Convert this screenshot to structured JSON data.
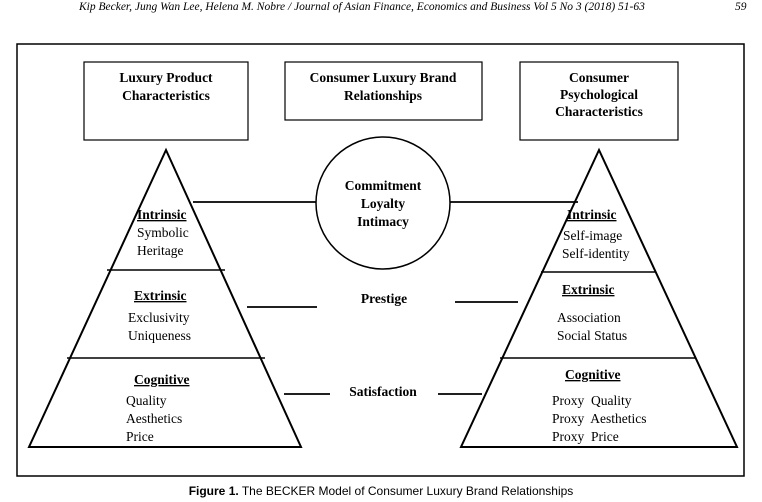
{
  "header": {
    "citation": "Kip Becker, Jung Wan Lee, Helena M. Nobre / Journal of Asian Finance, Economics and Business Vol 5 No 3 (2018) 51-63",
    "page_number": "59"
  },
  "boxes": {
    "product": [
      "Luxury Product",
      "Characteristics"
    ],
    "relationships": [
      "Consumer Luxury Brand",
      "Relationships"
    ],
    "psychological": [
      "Consumer",
      "Psychological",
      "Characteristics"
    ]
  },
  "circle": [
    "Commitment",
    "Loyalty",
    "Intimacy"
  ],
  "center_labels": {
    "prestige": "Prestige",
    "satisfaction": "Satisfaction"
  },
  "left_pyramid": {
    "intrinsic": {
      "title": "Intrinsic",
      "items": [
        "Symbolic",
        "Heritage"
      ]
    },
    "extrinsic": {
      "title": "Extrinsic",
      "items": [
        "Exclusivity",
        "Uniqueness"
      ]
    },
    "cognitive": {
      "title": "Cognitive",
      "items": [
        "Quality",
        "Aesthetics",
        "Price"
      ]
    }
  },
  "right_pyramid": {
    "intrinsic": {
      "title": "Intrinsic",
      "items": [
        "Self-image",
        "Self-identity"
      ]
    },
    "extrinsic": {
      "title": "Extrinsic",
      "items": [
        "Association",
        "Social Status"
      ]
    },
    "cognitive": {
      "title": "Cognitive",
      "items": [
        "Proxy  Quality",
        "Proxy  Aesthetics",
        "Proxy  Price"
      ]
    }
  },
  "caption": {
    "label": "Figure 1.",
    "text": " The BECKER Model of Consumer Luxury Brand Relationships"
  }
}
